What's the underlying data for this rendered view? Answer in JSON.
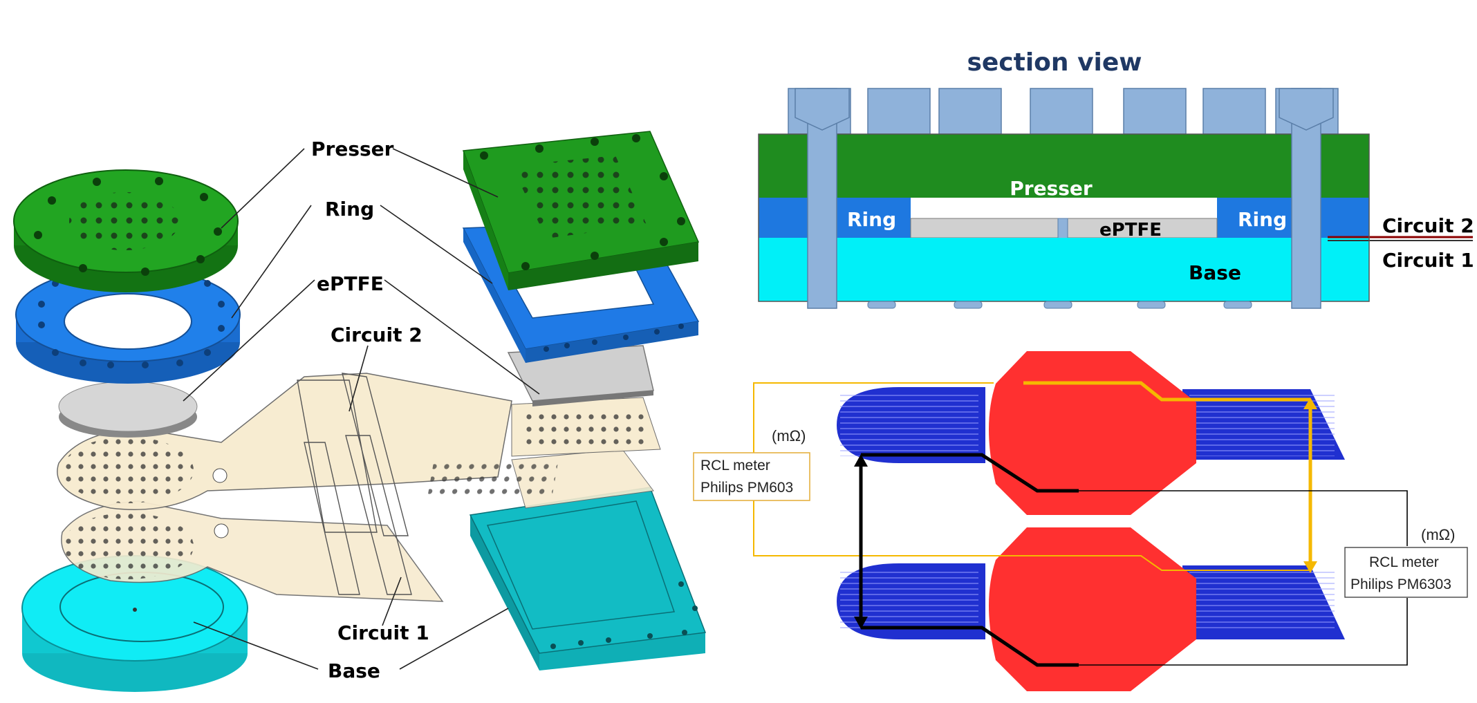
{
  "exploded": {
    "presser": "Presser",
    "ring": "Ring",
    "eptfe": "ePTFE",
    "circuit2": "Circuit 2",
    "circuit1": "Circuit 1",
    "base": "Base"
  },
  "section": {
    "title": "section view",
    "presser": "Presser",
    "ring_left": "Ring",
    "ring_right": "Ring",
    "eptfe": "ePTFE",
    "base": "Base",
    "circuit2": "Circuit 2",
    "circuit1": "Circuit 1"
  },
  "measurement": {
    "meter_left": {
      "unit": "(mΩ)",
      "line1": "RCL meter",
      "line2": "Philips PM603"
    },
    "meter_right": {
      "unit": "(mΩ)",
      "line1": "RCL meter",
      "line2": "Philips PM6303"
    }
  },
  "colors": {
    "presser": "#1f8c1f",
    "ring": "#1e78e0",
    "eptfe": "#d0d0d0",
    "base": "#00e5f0",
    "circuit": "#f7ebcf",
    "fixture": "#8fb2da",
    "pcb_red": "#ff3030",
    "pcb_blue": "#2030d0",
    "wire_yellow": "#f5b800",
    "wire_black": "#000000",
    "title": "#1f3864"
  }
}
